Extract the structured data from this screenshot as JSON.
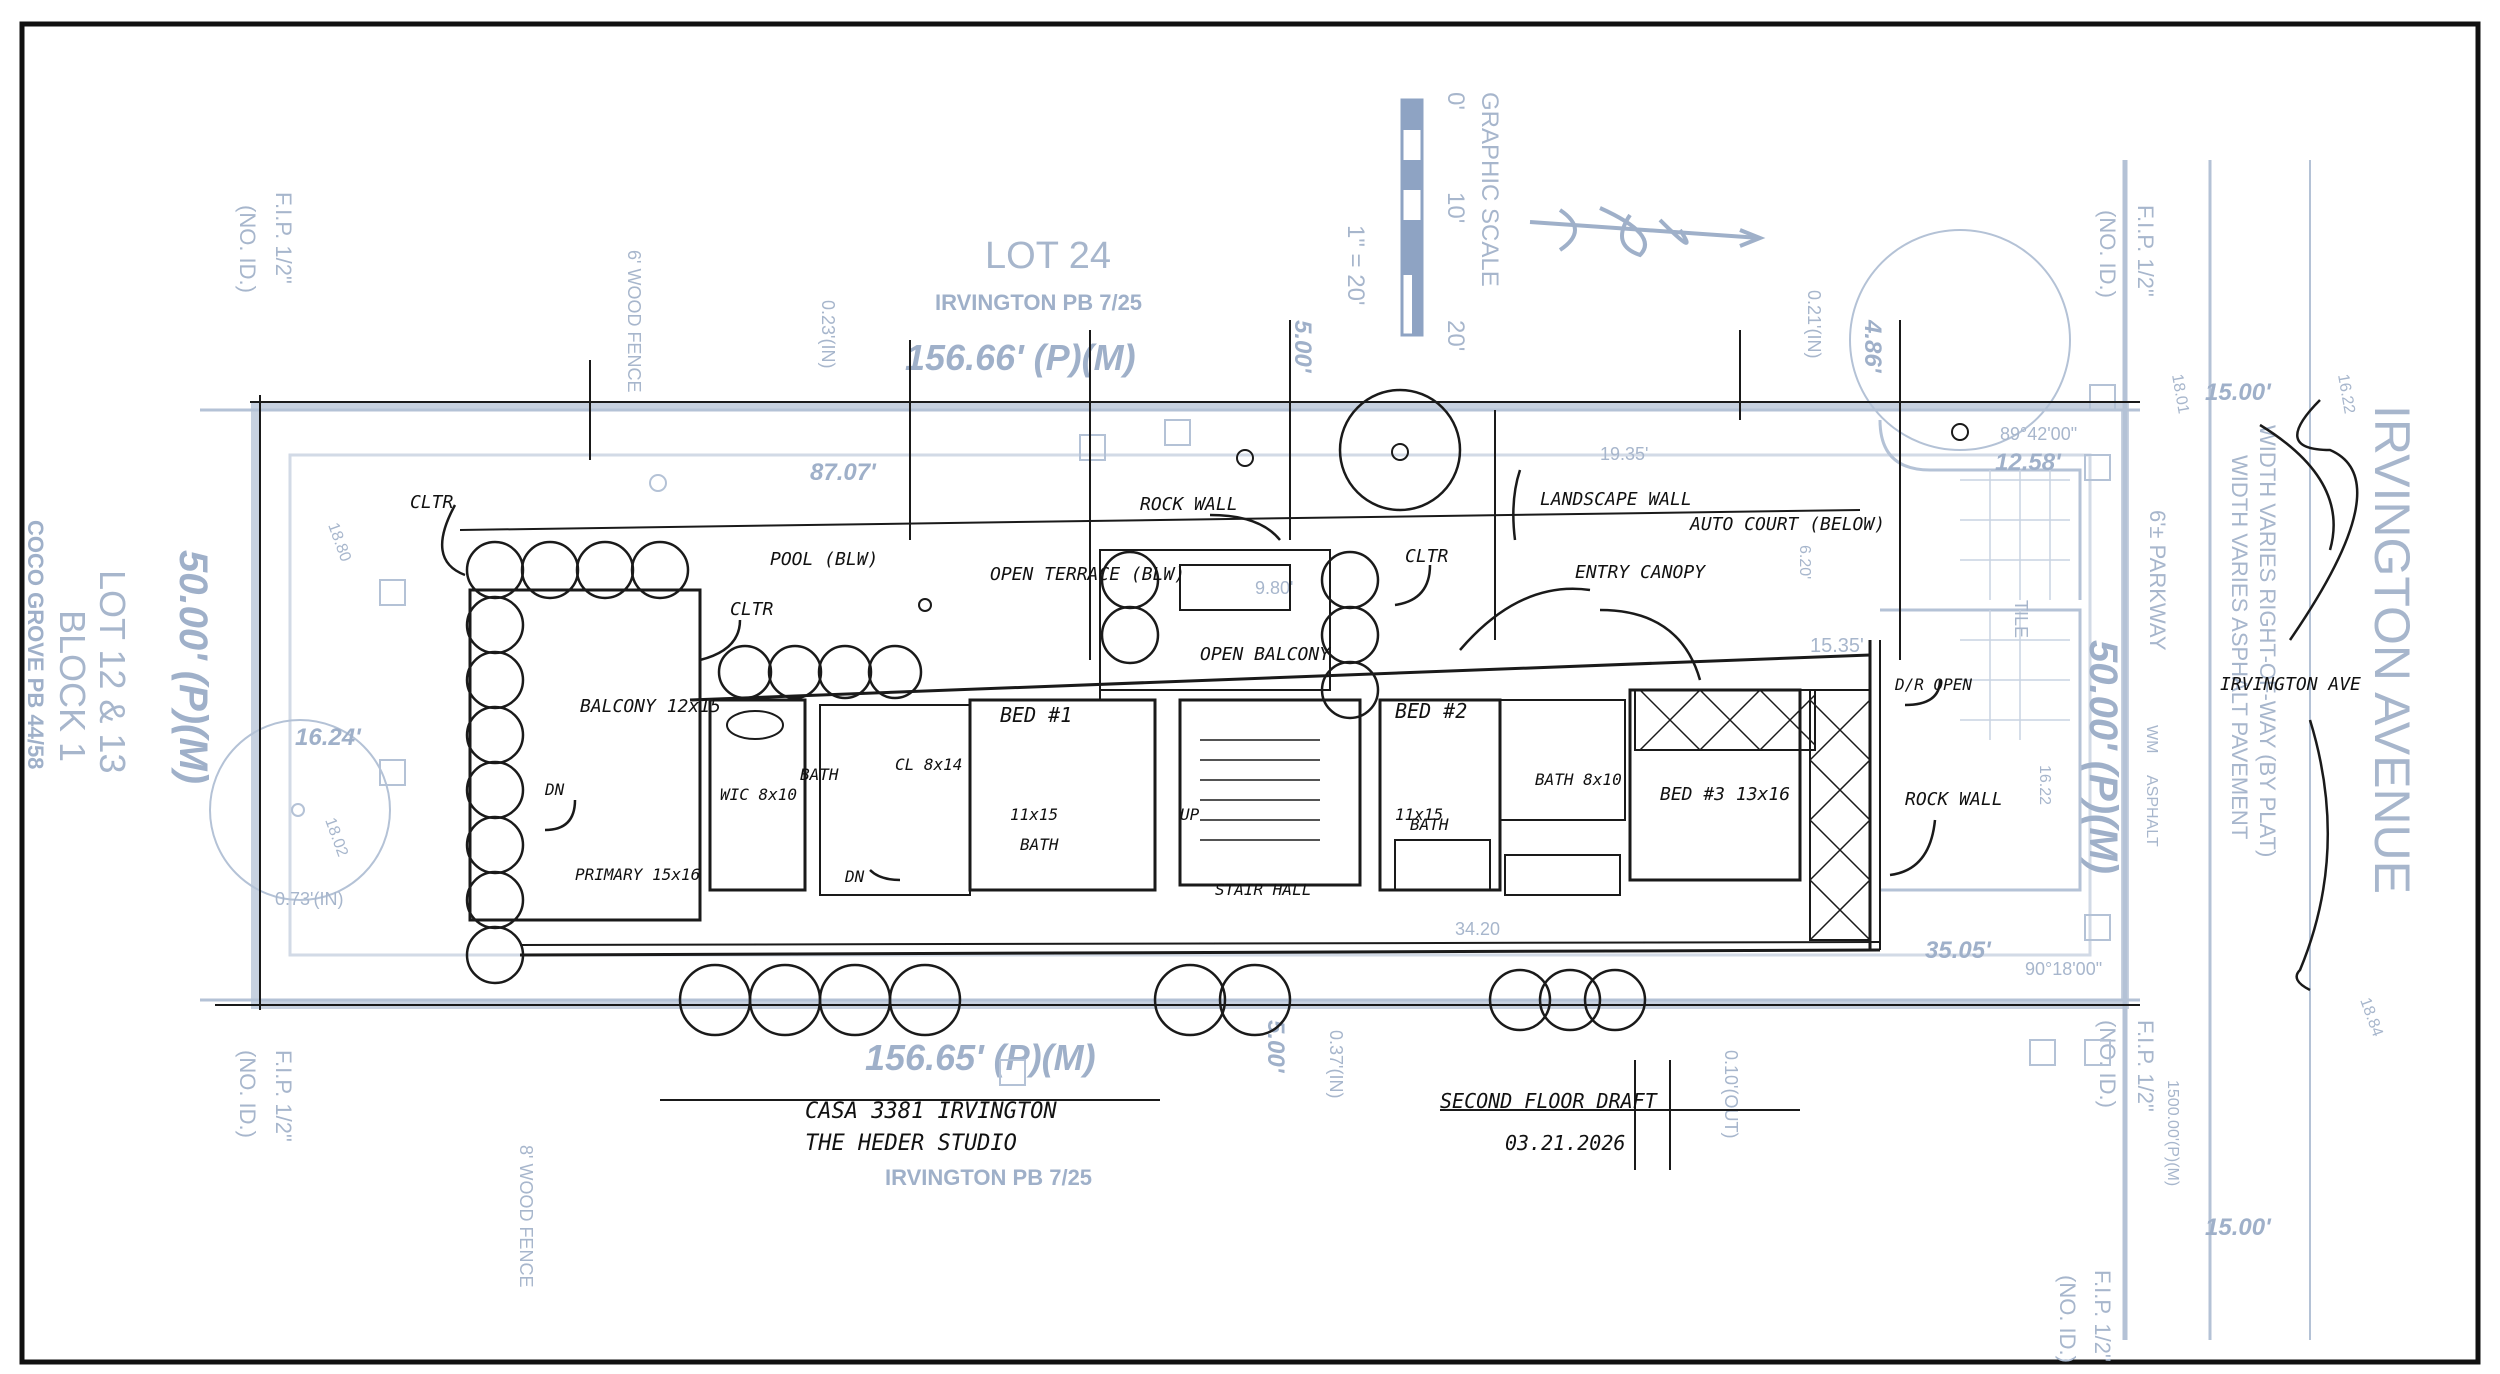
{
  "survey": {
    "lot_top": "LOT 24",
    "plat_top": "IRVINGTON PB 7/25",
    "dim_top": "156.66' (P)(M)",
    "dim_bottom": "156.65' (P)(M)",
    "plat_bottom": "IRVINGTON PB 7/25",
    "dim_left_width": "50.00' (P)(M)",
    "dim_right_width": "50.00' (P)(M)",
    "lot_left_1": "LOT 12 & 13",
    "lot_left_2": "BLOCK 1",
    "lot_left_3": "COCO GROVE PB 44/58",
    "fip_tl": "F.I.P. 1/2\"",
    "noid_tl": "(NO. ID.)",
    "fip_bl": "F.I.P. 1/2\"",
    "noid_bl": "(NO. ID.)",
    "fip_tr": "F.I.P. 1/2\"",
    "noid_tr": "(NO. ID.)",
    "fip_br": "F.I.P. 1/2\"",
    "noid_br": "(NO. ID.)",
    "fip_br2": "F.I.P. 1/2\"",
    "noid_br2": "(NO. ID.)",
    "fence_top": "6' WOOD FENCE",
    "fence_bottom": "8' WOOD FENCE",
    "street": "IRVINGTON AVENUE",
    "row_1": "WIDTH VARIES RIGHT-OF-WAY (BY PLAT)",
    "row_2": "WIDTH VARIES ASPHALT PAVEMENT",
    "parkway": "6'± PARKWAY",
    "asphalt": "ASPHALT",
    "graphic_scale": "GRAPHIC SCALE",
    "scale_ratio": "1\" = 20'",
    "scale_0": "0'",
    "scale_10": "10'",
    "scale_20": "20'",
    "dim_87": "87.07'",
    "dim_16": "16.24'",
    "dim_15a": "15.00'",
    "dim_15b": "15.00'",
    "dim_35": "35.05'",
    "dim_15_35": "15.35'",
    "dim_12_58": "12.58'",
    "dim_5": "5.00'",
    "dim_4_86": "4.86'",
    "dim_5b": "5.00'",
    "dim_9_80": "9.80'",
    "dim_34_20": "34.20",
    "dim_19_35": "19.35'",
    "in_023": "0.23'(IN)",
    "in_021": "0.21'(IN)",
    "in_073": "0.73'(IN)",
    "in_037": "0.37'(IN)",
    "out_010": "0.10'(OUT)",
    "angle_1": "89°42'00\"",
    "angle_2": "90°18'00\"",
    "elev_1": "18.80",
    "elev_2": "16.22",
    "elev_3": "18.84",
    "elev_4": "6.20'",
    "elev_5": "18.02",
    "elev_6": "16.22",
    "elev_7": "18.01",
    "elev_8": "1500.00'(P)(M)",
    "tile": "TILE",
    "wm": "WM"
  },
  "sketch": {
    "cltr_1": "CLTR",
    "cltr_2": "CLTR",
    "cltr_3": "CLTR",
    "pool": "POOL (BLW)",
    "open_terrace": "OPEN TERRACE (BLW)",
    "rock_wall_1": "ROCK WALL",
    "rock_wall_2": "ROCK WALL",
    "landscape_wall": "LANDSCAPE WALL",
    "auto_court": "AUTO COURT (BELOW)",
    "entry_canopy": "ENTRY CANOPY",
    "open_balcony": "OPEN BALCONY",
    "balcony": "BALCONY 12x15",
    "bed1": "BED #1",
    "bed2": "BED #2",
    "bed3": "BED #3 13x16",
    "bed1_size": "11x15",
    "bed2_size": "11x15",
    "cl_1": "CL 8x14",
    "bath_1": "BATH",
    "bath_2": "BATH",
    "bath_3": "BATH 8x10",
    "bath_4": "BATH",
    "wic": "WIC 8x10",
    "primary": "PRIMARY 15x16",
    "stair_hall": "STAIR HALL",
    "up": "UP",
    "dn": "DN",
    "dn2": "DN",
    "dr_open": "D/R OPEN",
    "irvington_ave": "IRVINGTON AVE",
    "title_1": "CASA 3381 IRVINGTON",
    "title_2": "THE HEDER STUDIO",
    "sheet_name": "SECOND FLOOR DRAFT",
    "date": "03.21.2026"
  }
}
